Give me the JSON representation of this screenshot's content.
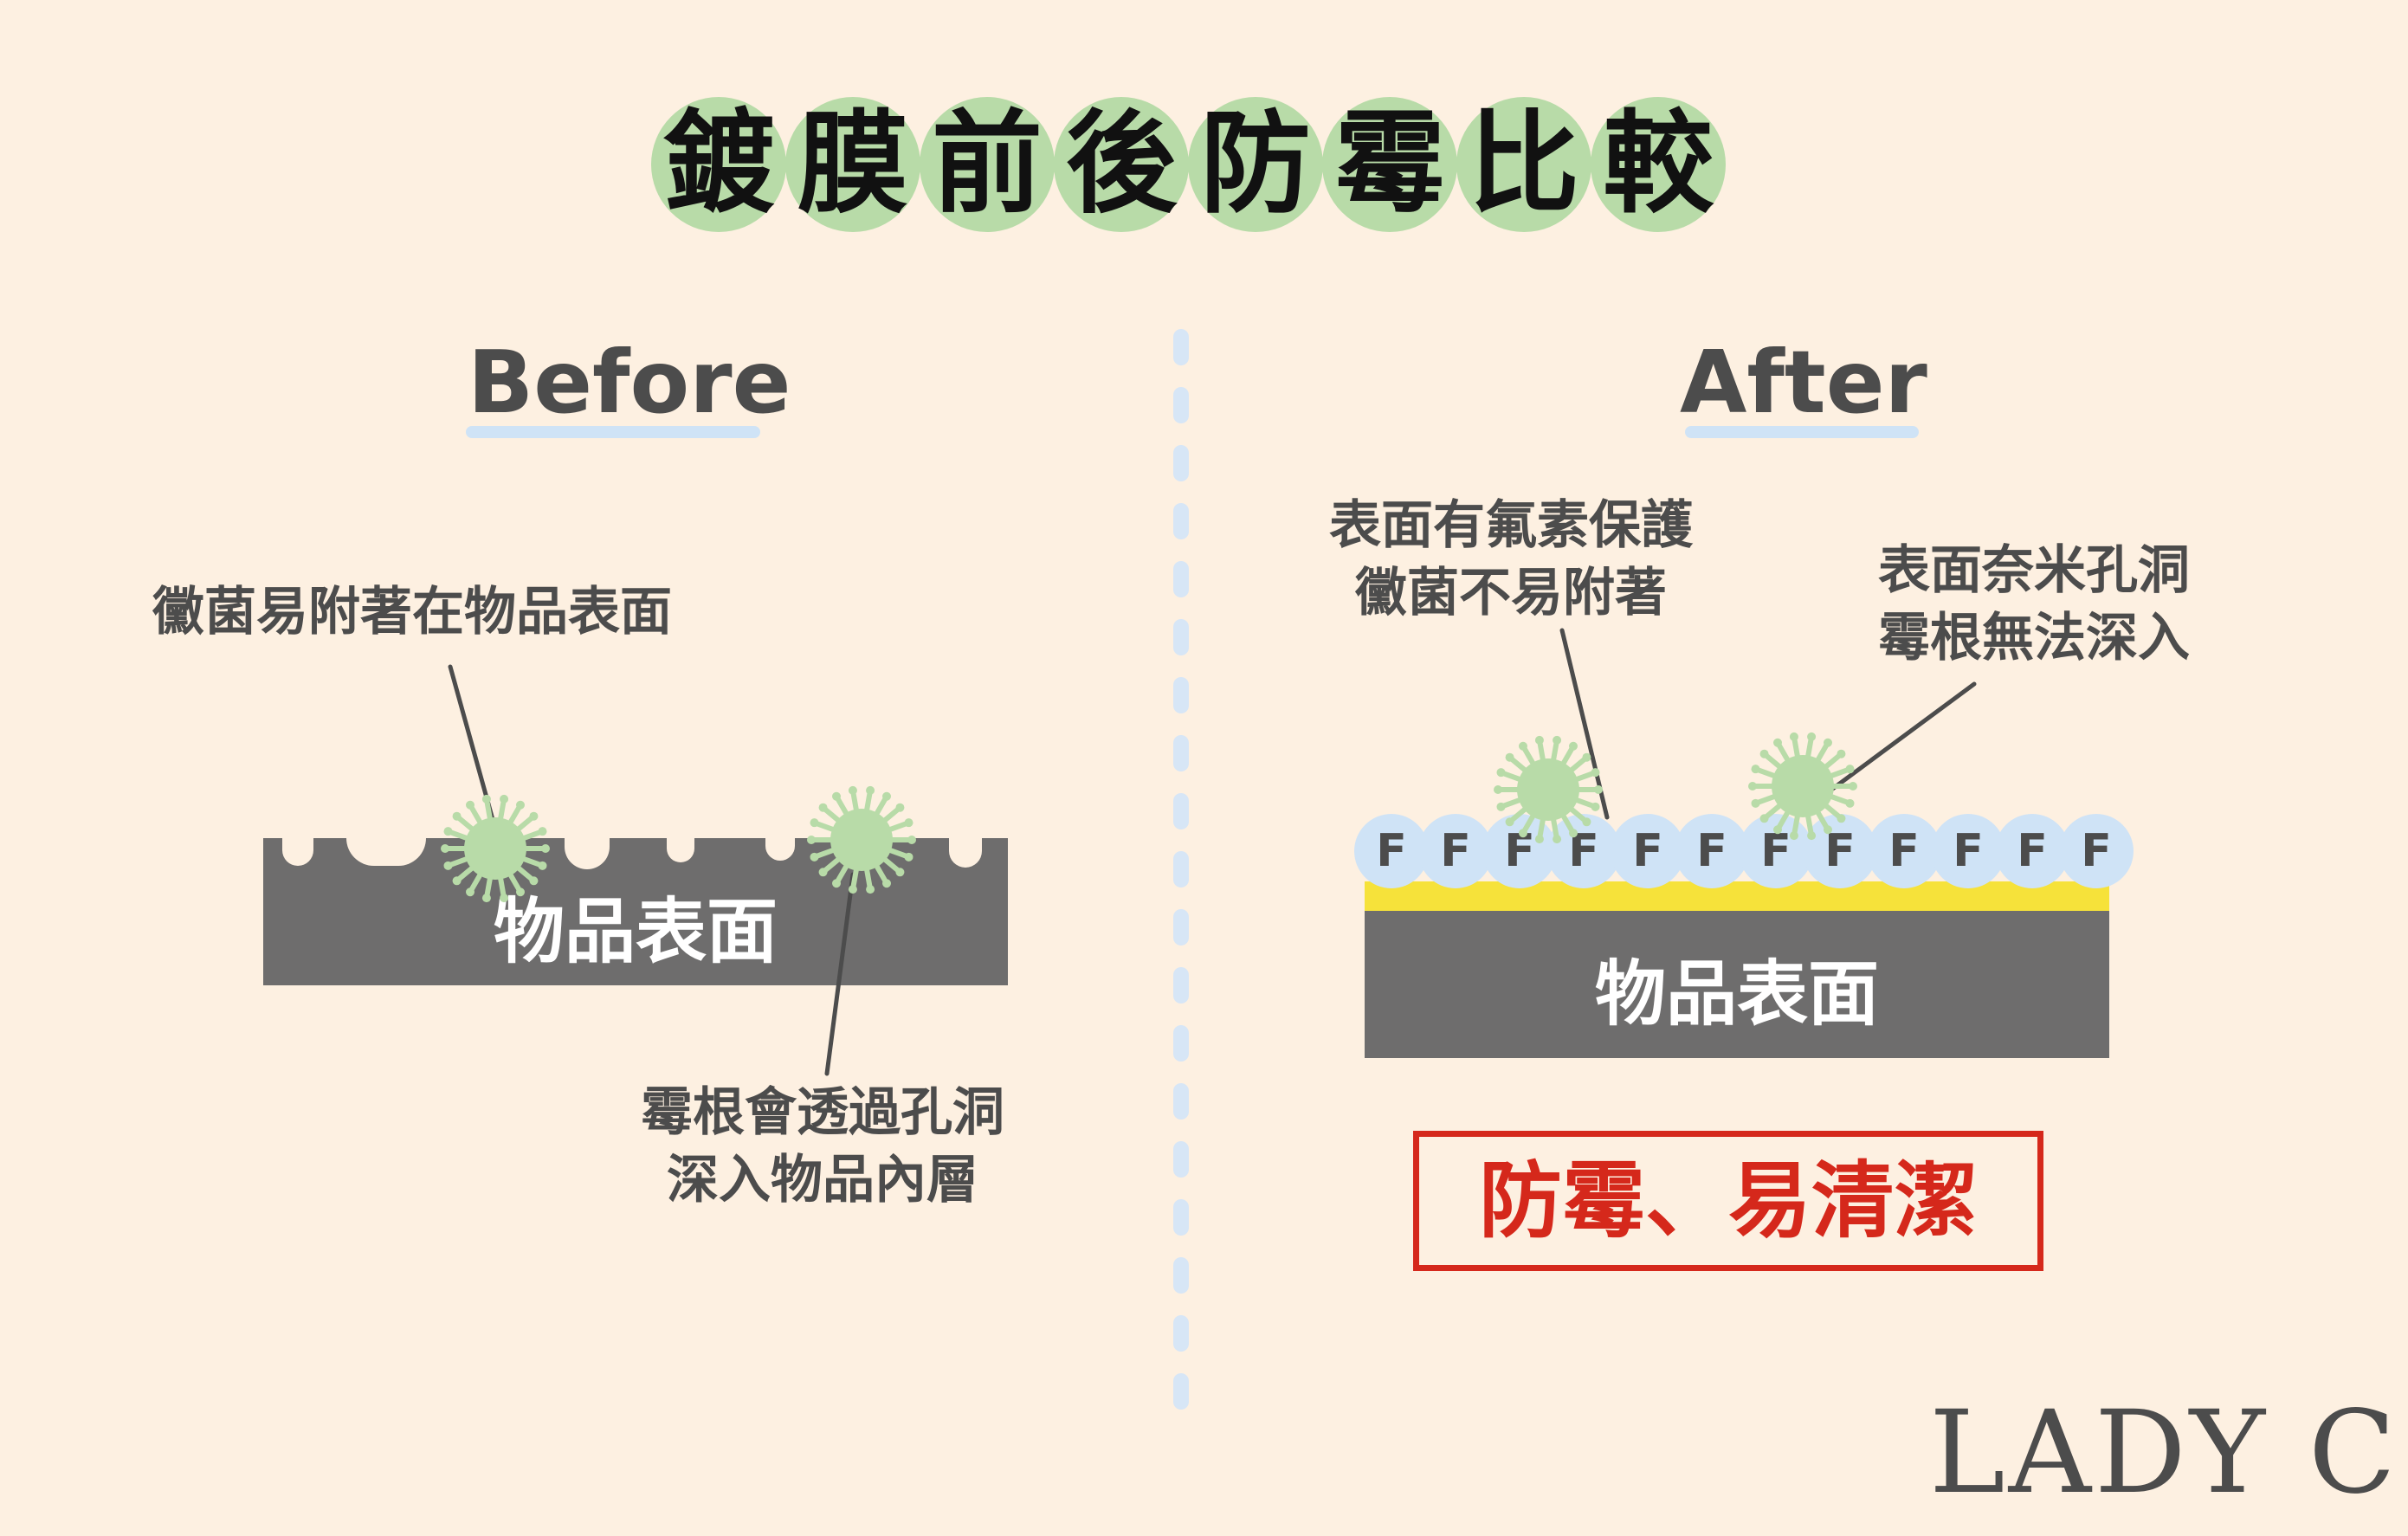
{
  "title": {
    "chars": [
      "鍍",
      "膜",
      "前",
      "後",
      "防",
      "霉",
      "比",
      "較"
    ]
  },
  "before": {
    "heading": "Before",
    "callout_top": "黴菌易附著在物品表面",
    "callout_bottom": [
      "霉根會透過孔洞",
      "深入物品內層"
    ],
    "surface_label": "物品表面"
  },
  "after": {
    "heading": "After",
    "callout_left": [
      "表面有氟素保護",
      "黴菌不易附著"
    ],
    "callout_right": [
      "表面奈米孔洞",
      "霉根無法深入"
    ],
    "fluorine_letter": "F",
    "fluorine_count": 12,
    "surface_label": "物品表面",
    "result": "防霉、易清潔"
  },
  "brand": "LADY C",
  "colors": {
    "background": "#fdf0e1",
    "title_bubble": "#b8dba8",
    "surface": "#6e6d6d",
    "coating": "#f6e23a",
    "fluorine": "#cfe3f6",
    "mold": "#b8dba8",
    "result": "#d5281b"
  },
  "icons": [
    "mold-spore-icon",
    "fluorine-atom-icon"
  ]
}
